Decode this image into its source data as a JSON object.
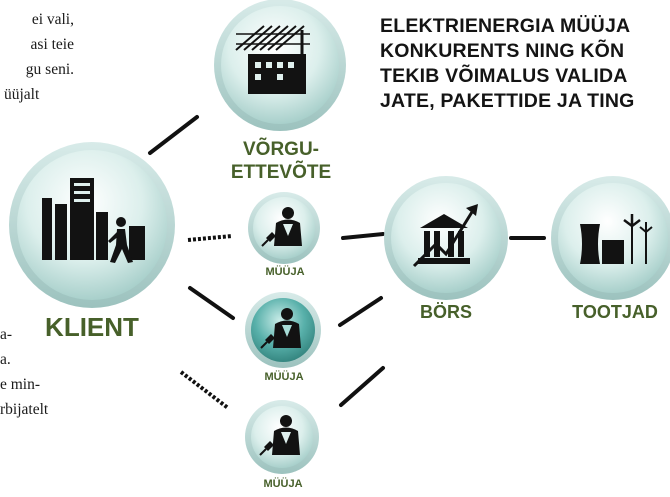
{
  "body_text_left": [
    "ei vali,",
    "asi teie",
    "gu seni.",
    "üüjalt"
  ],
  "body_text_bottom": [
    "a-",
    "a.",
    "e min-",
    "rbijatelt"
  ],
  "heading_lines": [
    "ELEKTRIENERGIA MÜÜJA",
    "KONKURENTS NING KÕN",
    "TEKIB VÕIMALUS VALIDA",
    "JATE, PAKETTIDE JA TING"
  ],
  "nodes": {
    "klient": "KLIENT",
    "vorguettevote_line1": "VÕRGU-",
    "vorguettevote_line2": "ETTEVÕTE",
    "muuja_top": "MÜÜJA",
    "muuja_mid": "MÜÜJA",
    "muuja_bottom": "MÜÜJA",
    "bors": "BÖRS",
    "tootjad": "TOOTJAD"
  },
  "colors": {
    "label_green": "#47602a",
    "circle_light": "#dff0ee",
    "circle_teal": "#5fb3ae",
    "circle_ring": "#bcd9d6",
    "icon_dark": "#121212"
  },
  "icons": [
    "building-person-icon",
    "power-grid-icon",
    "seller-plug-icon",
    "exchange-building-icon",
    "power-plant-icon"
  ]
}
